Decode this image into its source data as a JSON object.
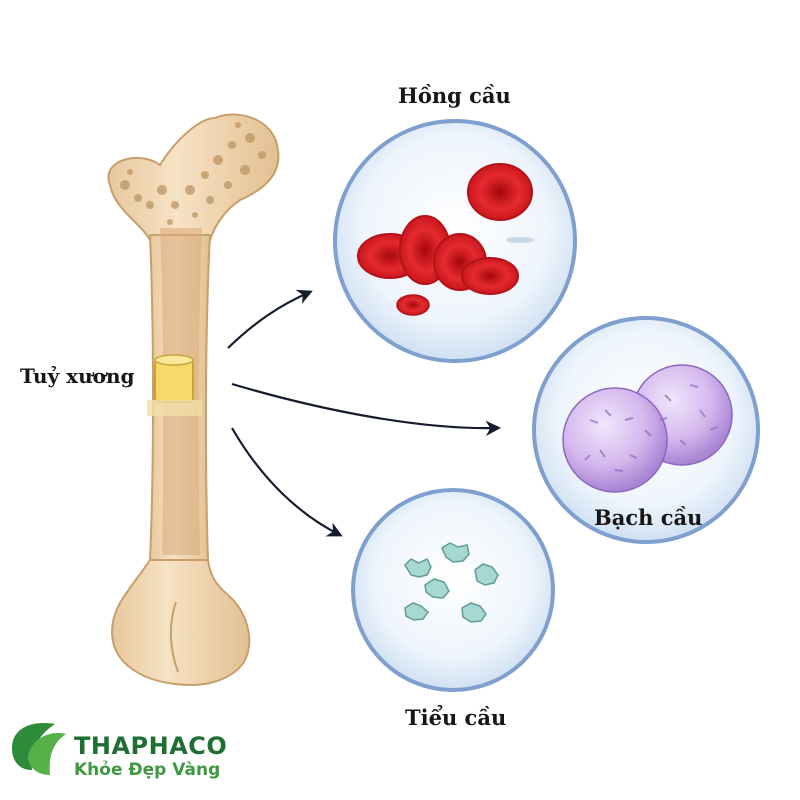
{
  "diagram": {
    "labels": {
      "bone_marrow": "Tuỷ xương",
      "red_blood_cells": "Hồng cầu",
      "white_blood_cells": "Bạch cầu",
      "platelets": "Tiểu cầu"
    }
  },
  "brand": {
    "name": "THAPHACO",
    "tagline": "Khỏe Đẹp Vàng"
  },
  "colors": {
    "bone": "#f1d8b4",
    "marrow": "#e7c08f",
    "red_cell": "#d7171e",
    "white_cell": "#c7a7e4",
    "platelet": "#9fd3cf",
    "bubble_border": "#8aa9d4",
    "brand_green": "#1f6e33"
  }
}
